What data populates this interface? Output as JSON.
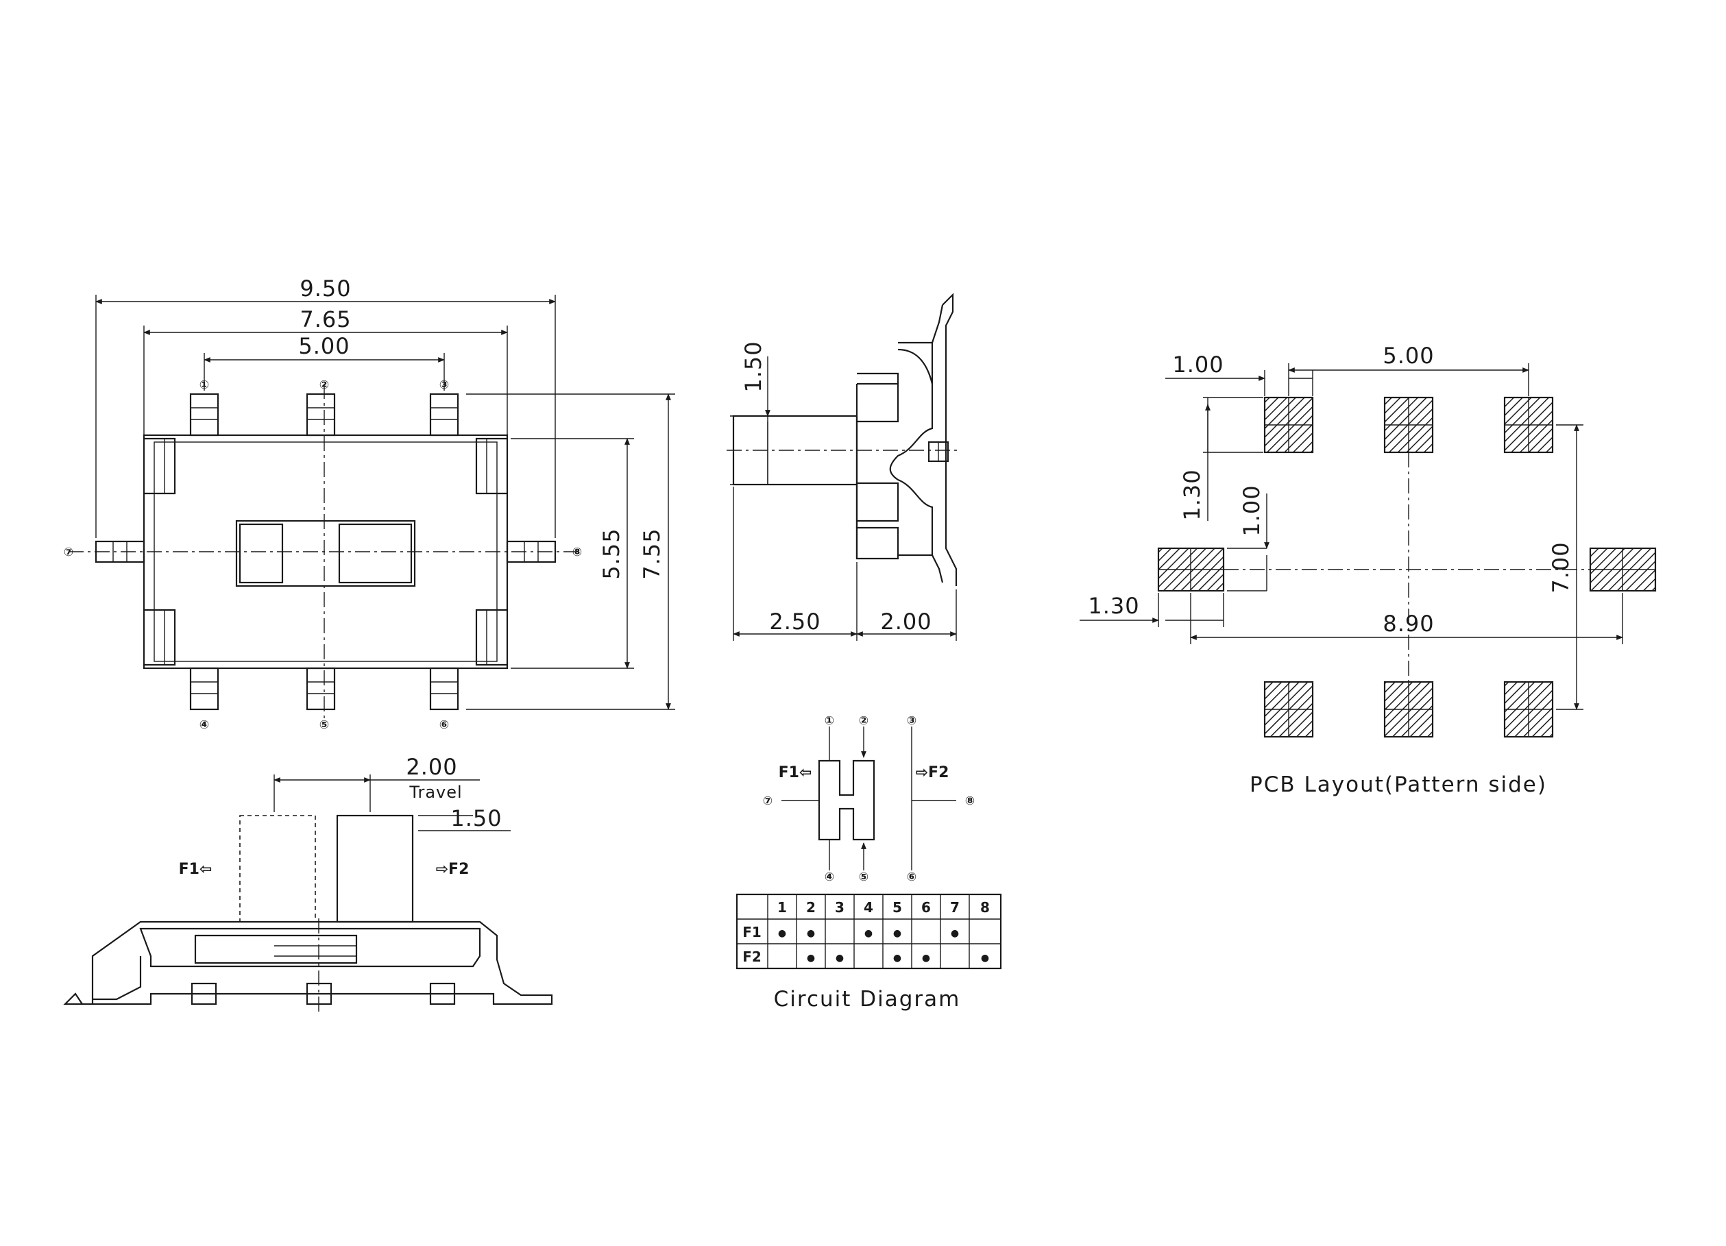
{
  "top_view": {
    "dim_width_overall": "9.50",
    "dim_width_body": "7.65",
    "dim_pin_pitch": "5.00",
    "dim_height_body": "5.55",
    "dim_height_overall": "7.55",
    "pins": [
      "①",
      "②",
      "③",
      "④",
      "⑤",
      "⑥",
      "⑦",
      "⑧"
    ]
  },
  "side_view": {
    "dim_actuator_height": "1.50",
    "dim_actuator_length": "2.50",
    "dim_body_depth": "2.00"
  },
  "front_view": {
    "dim_travel": "2.00",
    "travel_label": "Travel",
    "dim_actuator": "1.50",
    "f1_label": "F1⇦",
    "f2_label": "⇨F2"
  },
  "circuit": {
    "caption": "Circuit Diagram",
    "f1_label": "F1⇦",
    "f2_label": "⇨F2",
    "pins": [
      "①",
      "②",
      "③",
      "④",
      "⑤",
      "⑥",
      "⑦",
      "⑧"
    ],
    "table": {
      "columns": [
        "1",
        "2",
        "3",
        "4",
        "5",
        "6",
        "7",
        "8"
      ],
      "rows": [
        {
          "label": "F1",
          "cells": [
            "●",
            "●",
            "",
            "●",
            "●",
            "",
            "●",
            ""
          ]
        },
        {
          "label": "F2",
          "cells": [
            "",
            "●",
            "●",
            "",
            "●",
            "●",
            "",
            "●"
          ]
        }
      ]
    }
  },
  "pcb": {
    "caption": "PCB Layout(Pattern side)",
    "dim_pad_width": "1.00",
    "dim_pitch_x": "5.00",
    "dim_pad_height": "1.30",
    "dim_side_pad_height": "1.00",
    "dim_side_pad_width": "1.30",
    "dim_span_x": "8.90",
    "dim_span_y": "7.00"
  }
}
